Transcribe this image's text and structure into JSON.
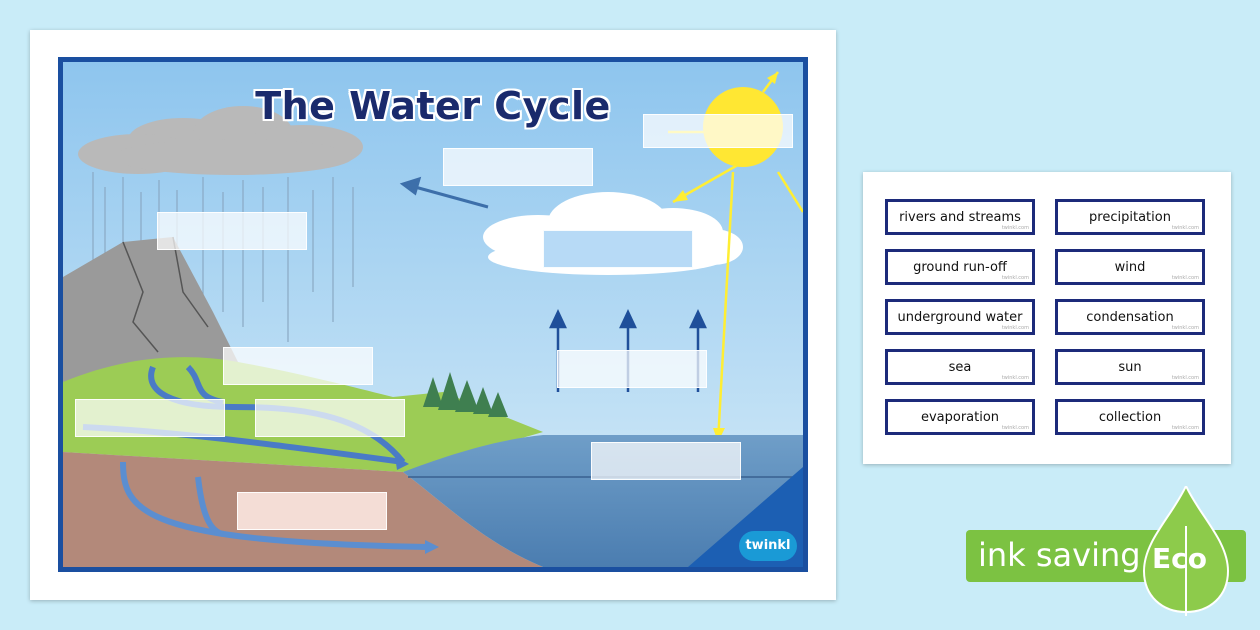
{
  "poster": {
    "title": "The Water Cycle",
    "brand": "twinkl"
  },
  "word_cards": [
    {
      "label": "rivers and streams",
      "watermark": "twinkl.com"
    },
    {
      "label": "precipitation",
      "watermark": "twinkl.com"
    },
    {
      "label": "ground run-off",
      "watermark": "twinkl.com"
    },
    {
      "label": "wind",
      "watermark": "twinkl.com"
    },
    {
      "label": "underground water",
      "watermark": "twinkl.com"
    },
    {
      "label": "condensation",
      "watermark": "twinkl.com"
    },
    {
      "label": "sea",
      "watermark": "twinkl.com"
    },
    {
      "label": "sun",
      "watermark": "twinkl.com"
    },
    {
      "label": "evaporation",
      "watermark": "twinkl.com"
    },
    {
      "label": "collection",
      "watermark": "twinkl.com"
    }
  ],
  "badge": {
    "text": "ink saving",
    "word": "Eco"
  },
  "colors": {
    "sky": "#a9d4f2",
    "border": "#1a4fa0",
    "eco_green": "#7cc242"
  }
}
